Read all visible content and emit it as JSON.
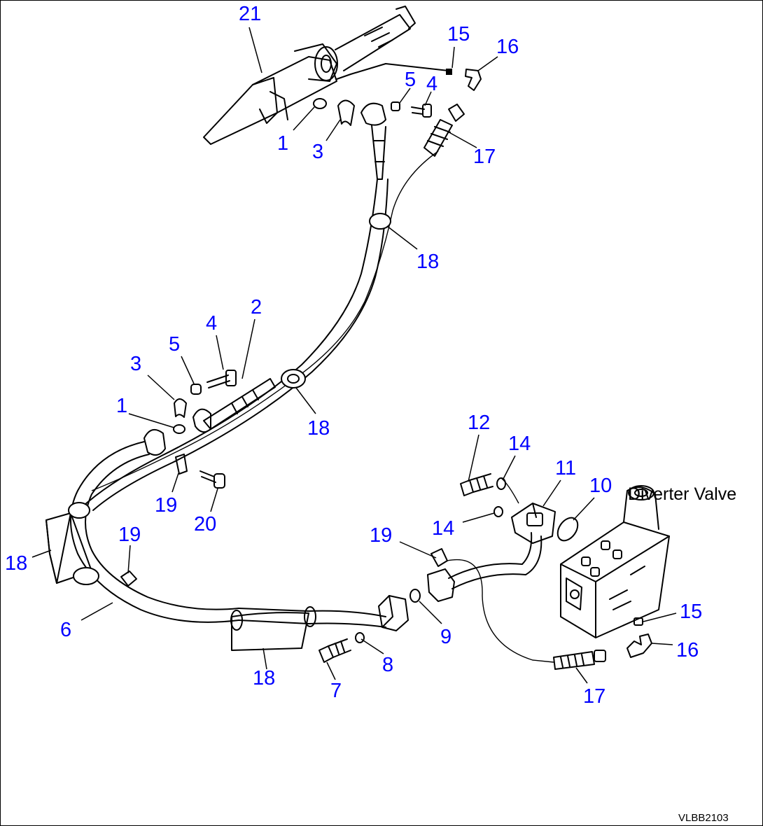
{
  "diagram": {
    "drawing_code": "VLBB2103",
    "component_label": "Diverter Valve",
    "callout_color": "#0000ff",
    "callouts": [
      {
        "id": "c21",
        "text": "21"
      },
      {
        "id": "c15a",
        "text": "15"
      },
      {
        "id": "c16a",
        "text": "16"
      },
      {
        "id": "c5a",
        "text": "5"
      },
      {
        "id": "c4a",
        "text": "4"
      },
      {
        "id": "c1a",
        "text": "1"
      },
      {
        "id": "c3a",
        "text": "3"
      },
      {
        "id": "c17a",
        "text": "17"
      },
      {
        "id": "c18a",
        "text": "18"
      },
      {
        "id": "c2",
        "text": "2"
      },
      {
        "id": "c4b",
        "text": "4"
      },
      {
        "id": "c5b",
        "text": "5"
      },
      {
        "id": "c3b",
        "text": "3"
      },
      {
        "id": "c1b",
        "text": "1"
      },
      {
        "id": "c18b",
        "text": "18"
      },
      {
        "id": "c19a",
        "text": "19"
      },
      {
        "id": "c20",
        "text": "20"
      },
      {
        "id": "c18c",
        "text": "18"
      },
      {
        "id": "c19b",
        "text": "19"
      },
      {
        "id": "c6",
        "text": "6"
      },
      {
        "id": "c18d",
        "text": "18"
      },
      {
        "id": "c7",
        "text": "7"
      },
      {
        "id": "c8",
        "text": "8"
      },
      {
        "id": "c12",
        "text": "12"
      },
      {
        "id": "c14a",
        "text": "14"
      },
      {
        "id": "c11",
        "text": "11"
      },
      {
        "id": "c10",
        "text": "10"
      },
      {
        "id": "c14b",
        "text": "14"
      },
      {
        "id": "c19c",
        "text": "19"
      },
      {
        "id": "c9",
        "text": "9"
      },
      {
        "id": "c15b",
        "text": "15"
      },
      {
        "id": "c16b",
        "text": "16"
      },
      {
        "id": "c17b",
        "text": "17"
      }
    ]
  }
}
